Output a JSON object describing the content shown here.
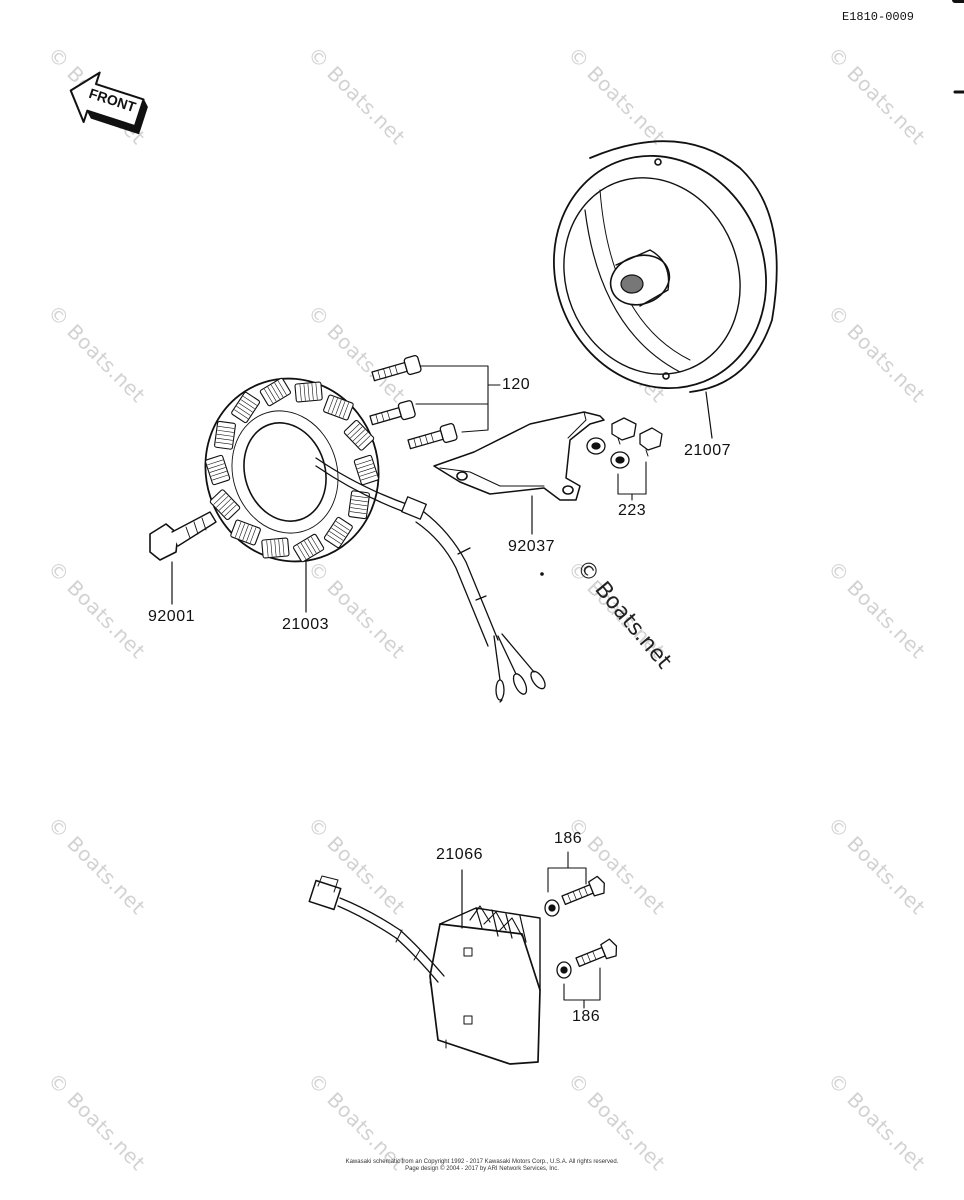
{
  "drawing_code": "E1810-0009",
  "front_label": "FRONT",
  "watermark_text": "© Boats.net",
  "callouts": {
    "p120": "120",
    "p21007": "21007",
    "p223": "223",
    "p92037": "92037",
    "p92001": "92001",
    "p21003": "21003",
    "p21066": "21066",
    "p186_top": "186",
    "p186_bottom": "186"
  },
  "copyright": {
    "line1": "Kawasaki schematic from an Copyright 1992 - 2017 Kawasaki Motors Corp., U.S.A. All rights reserved.",
    "line2": "Page design © 2004 - 2017 by ARI Network Services, Inc."
  },
  "colors": {
    "ink": "#111111",
    "watermark": "#d2d2d2"
  }
}
